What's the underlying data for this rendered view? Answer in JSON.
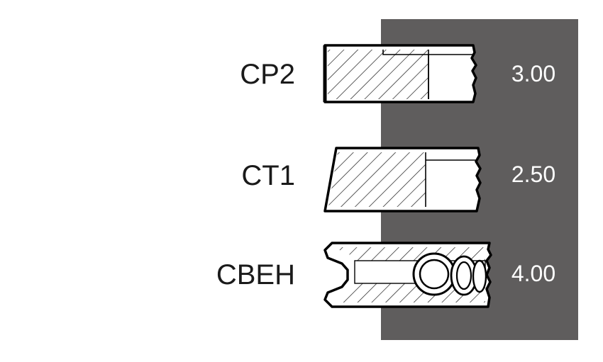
{
  "colors": {
    "panel": "#5f5d5d",
    "ring_fill": "#ffffff",
    "outline": "#000000",
    "hatch": "#1a1a1a",
    "code_text": "#1a1a1a",
    "dimension_text": "#ffffff"
  },
  "rings": [
    {
      "code": "CP2",
      "dimension": "3.00",
      "profile": "rectangular-barrel"
    },
    {
      "code": "CT1",
      "dimension": "2.50",
      "profile": "taper-face"
    },
    {
      "code": "CBEH",
      "dimension": "4.00",
      "profile": "oil-control-with-expander"
    }
  ]
}
